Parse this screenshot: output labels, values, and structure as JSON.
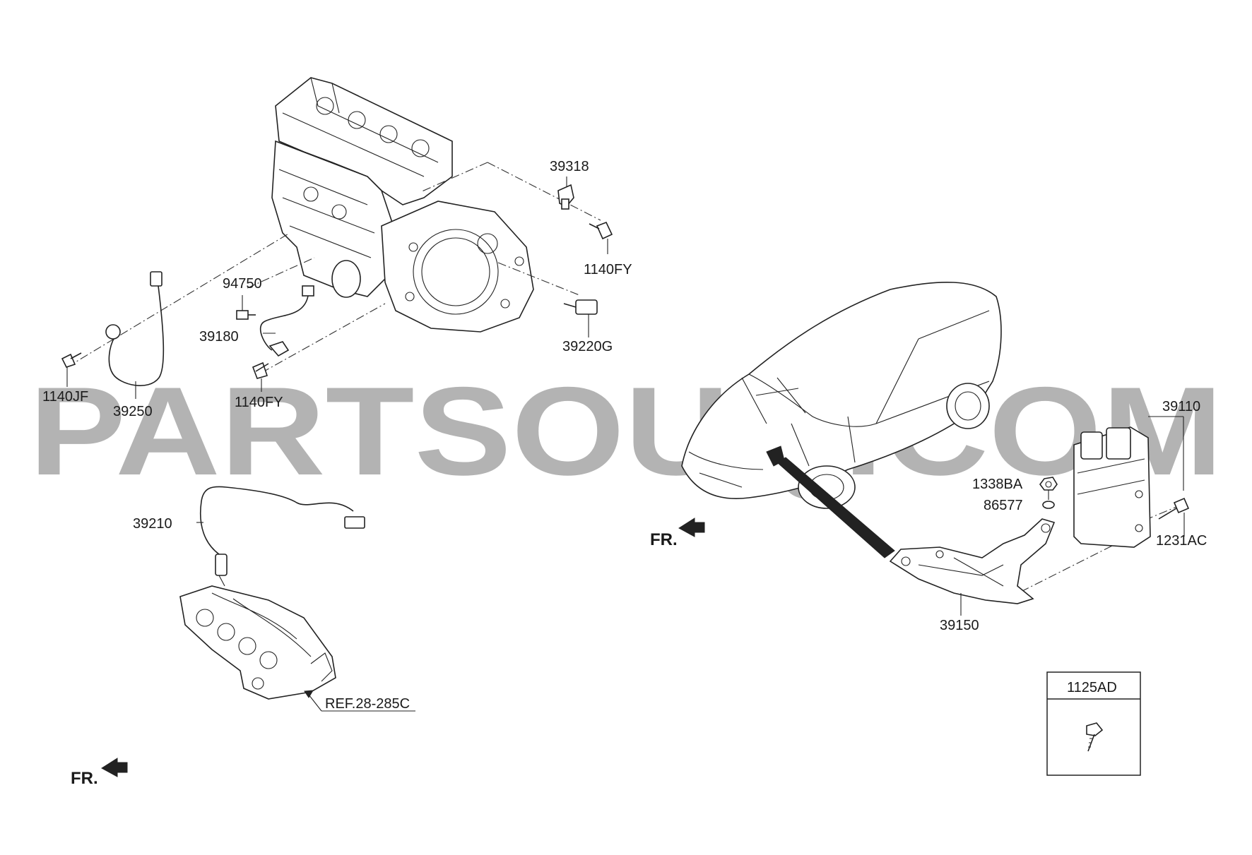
{
  "labels": {
    "p39318": "39318",
    "p1140FY_top": "1140FY",
    "p94750": "94750",
    "p39180": "39180",
    "p39220G": "39220G",
    "p1140JF": "1140JF",
    "p39250": "39250",
    "p1140FY_bottom": "1140FY",
    "p39210": "39210",
    "ref": "REF.28-285C",
    "p39110": "39110",
    "p1338BA": "1338BA",
    "p86577": "86577",
    "p1231AC": "1231AC",
    "p39150": "39150",
    "p1125AD": "1125AD",
    "fr_left": "FR.",
    "fr_right": "FR."
  },
  "watermark": "PARTSOUQ.COM",
  "colors": {
    "line": "#222222",
    "watermark": "#b3b3b3",
    "background": "#ffffff"
  }
}
